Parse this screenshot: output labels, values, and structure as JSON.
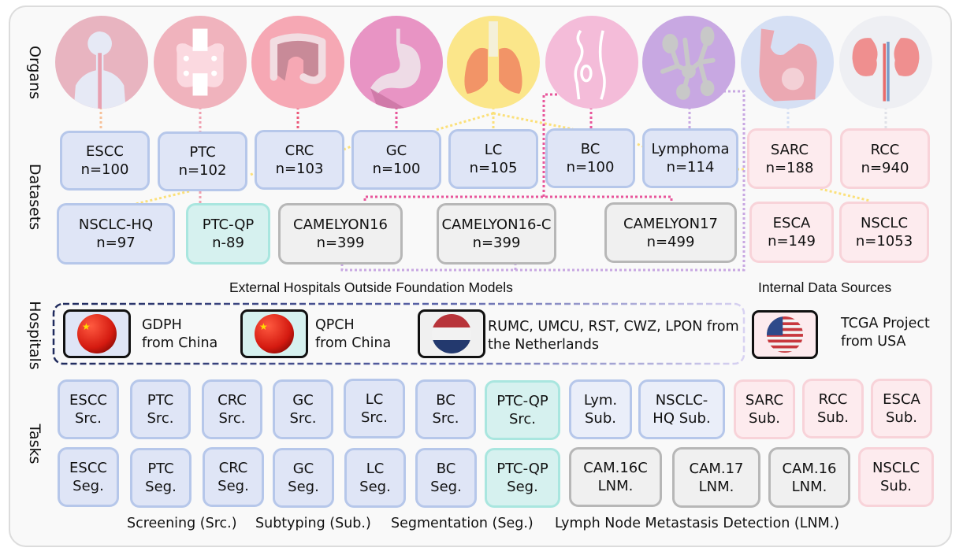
{
  "row_labels": {
    "organs": "Organs",
    "datasets": "Datasets",
    "hospitals": "Hospitals",
    "tasks": "Tasks"
  },
  "organs": [
    {
      "name": "esophagus",
      "icon": "esophagus-icon",
      "bg": "#e8b4c0"
    },
    {
      "name": "thyroid",
      "icon": "thyroid-icon",
      "bg": "#f0b3bd"
    },
    {
      "name": "colon",
      "icon": "colon-icon",
      "bg": "#f6a8b4"
    },
    {
      "name": "stomach",
      "icon": "stomach-icon",
      "bg": "#e894c4"
    },
    {
      "name": "lung",
      "icon": "lung-icon",
      "bg": "#fbe68a"
    },
    {
      "name": "breast",
      "icon": "breast-icon",
      "bg": "#f4bcd9"
    },
    {
      "name": "lymph",
      "icon": "lymph-node-icon",
      "bg": "#c8a8e2"
    },
    {
      "name": "muscle",
      "icon": "muscle-icon",
      "bg": "#d6e0f4"
    },
    {
      "name": "kidney",
      "icon": "kidney-icon",
      "bg": "#eeeff3"
    }
  ],
  "datasets": {
    "row1": [
      {
        "name": "ESCC",
        "n": "n=100",
        "style": "blue"
      },
      {
        "name": "PTC",
        "n": "n=102",
        "style": "blue"
      },
      {
        "name": "CRC",
        "n": "n=103",
        "style": "blue"
      },
      {
        "name": "GC",
        "n": "n=100",
        "style": "blue"
      },
      {
        "name": "LC",
        "n": "n=105",
        "style": "blue"
      },
      {
        "name": "BC",
        "n": "n=100",
        "style": "blue"
      },
      {
        "name": "Lymphoma",
        "n": "n=114",
        "style": "blue"
      },
      {
        "name": "SARC",
        "n": "n=188",
        "style": "pink"
      },
      {
        "name": "RCC",
        "n": "n=940",
        "style": "pink"
      }
    ],
    "row2": [
      {
        "name": "NSCLC-HQ",
        "n": "n=97",
        "style": "blue"
      },
      {
        "name": "PTC-QP",
        "n": "n-89",
        "style": "teal"
      },
      {
        "name": "CAMELYON16",
        "n": "n=399",
        "style": "gray"
      },
      {
        "name": "CAMELYON16-C",
        "n": "n=399",
        "style": "gray"
      },
      {
        "name": "CAMELYON17",
        "n": "n=499",
        "style": "gray"
      },
      {
        "name": "ESCA",
        "n": "n=149",
        "style": "pink"
      },
      {
        "name": "NSCLC",
        "n": "n=1053",
        "style": "pink"
      }
    ],
    "external_caption": "External Hospitals Outside Foundation Models",
    "internal_caption": "Internal Data Sources"
  },
  "hospitals": [
    {
      "line1": "GDPH",
      "line2": "from China",
      "flag": "china-flag-icon",
      "style": "blue"
    },
    {
      "line1": "QPCH",
      "line2": "from China",
      "flag": "china-flag-icon",
      "style": "teal"
    },
    {
      "line1": "RUMC, UMCU, RST, CWZ, LPON from",
      "line2": "the Netherlands",
      "flag": "netherlands-flag-icon",
      "style": "gray"
    },
    {
      "line1": "TCGA Project",
      "line2": "from USA",
      "flag": "usa-flag-icon",
      "style": "pink"
    }
  ],
  "tasks": {
    "row1": [
      {
        "line1": "ESCC",
        "line2": "Src.",
        "style": "blue"
      },
      {
        "line1": "PTC",
        "line2": "Src.",
        "style": "blue"
      },
      {
        "line1": "CRC",
        "line2": "Src.",
        "style": "blue"
      },
      {
        "line1": "GC",
        "line2": "Src.",
        "style": "blue"
      },
      {
        "line1": "LC",
        "line2": "Src.",
        "style": "blue"
      },
      {
        "line1": "BC",
        "line2": "Src.",
        "style": "blue"
      },
      {
        "line1": "PTC-QP",
        "line2": "Src.",
        "style": "teal"
      },
      {
        "line1": "Lym.",
        "line2": "Sub.",
        "style": "blue2"
      },
      {
        "line1": "NSCLC-",
        "line2": "HQ Sub.",
        "style": "blue2"
      },
      {
        "line1": "SARC",
        "line2": "Sub.",
        "style": "pink"
      },
      {
        "line1": "RCC",
        "line2": "Sub.",
        "style": "pink"
      },
      {
        "line1": "ESCA",
        "line2": "Sub.",
        "style": "pink"
      }
    ],
    "row2": [
      {
        "line1": "ESCC",
        "line2": "Seg.",
        "style": "blue"
      },
      {
        "line1": "PTC",
        "line2": "Seg.",
        "style": "blue"
      },
      {
        "line1": "CRC",
        "line2": "Seg.",
        "style": "blue"
      },
      {
        "line1": "GC",
        "line2": "Seg.",
        "style": "blue"
      },
      {
        "line1": "LC",
        "line2": "Seg.",
        "style": "blue"
      },
      {
        "line1": "BC",
        "line2": "Seg.",
        "style": "blue"
      },
      {
        "line1": "PTC-QP",
        "line2": "Seg.",
        "style": "teal"
      },
      {
        "line1": "CAM.16C",
        "line2": "LNM.",
        "style": "gray"
      },
      {
        "line1": "CAM.17",
        "line2": "LNM.",
        "style": "gray"
      },
      {
        "line1": "CAM.16",
        "line2": "LNM.",
        "style": "gray"
      },
      {
        "line1": "NSCLC",
        "line2": "Sub.",
        "style": "pink"
      }
    ],
    "legend": [
      "Screening (Src.)",
      "Subtyping (Sub.)",
      "Segmentation (Seg.)",
      "Lymph Node Metastasis Detection (LNM.)"
    ]
  },
  "colors": {
    "blue_fill": "#dfe5f6",
    "blue_border": "#b6c7ea",
    "teal_fill": "#d6f1ef",
    "teal_border": "#a9e6df",
    "gray_fill": "#f0f0f0",
    "gray_border": "#b7b7b7",
    "pink_fill": "#fdebee",
    "pink_border": "#f8d3d9",
    "connector_pink": "#e8559a",
    "connector_yellow": "#fbe07a",
    "connector_purple": "#c8a8e2",
    "hospital_dash": "#1f2a5c"
  }
}
